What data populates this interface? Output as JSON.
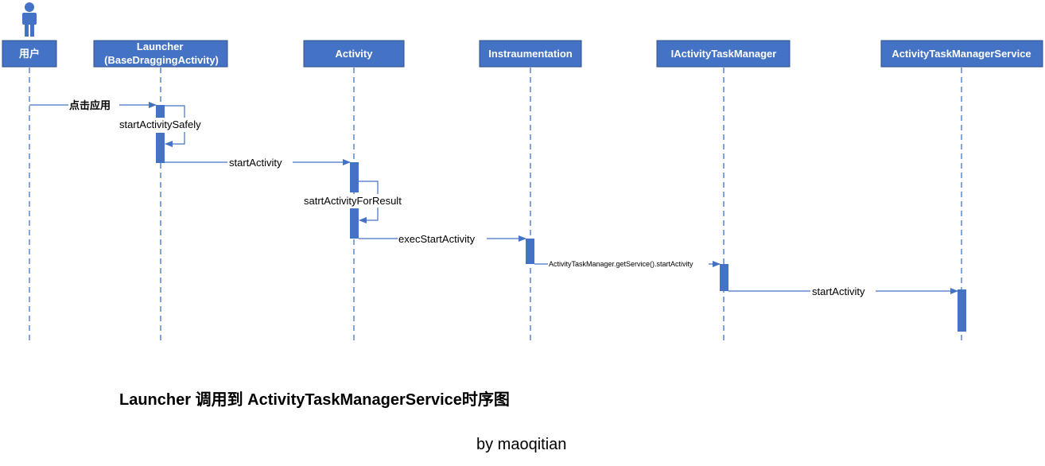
{
  "colors": {
    "header_fill": "#4472c4",
    "header_stroke": "#2f528f",
    "lifeline": "#4472c4",
    "activation": "#4472c4",
    "arrow": "#4472c4"
  },
  "actor_icon": "person-icon",
  "participants": [
    {
      "id": "user",
      "label": "用户"
    },
    {
      "id": "launcher",
      "label": "Launcher\n(BaseDraggingActivity)"
    },
    {
      "id": "activity",
      "label": "Activity"
    },
    {
      "id": "instrumentation",
      "label": "Instraumentation"
    },
    {
      "id": "iatm",
      "label": "IActivityTaskManager"
    },
    {
      "id": "atms",
      "label": "ActivityTaskManagerService"
    }
  ],
  "messages": [
    {
      "from": "user",
      "to": "launcher",
      "label": "点击应用"
    },
    {
      "from": "launcher",
      "to": "launcher",
      "label": "startActivitySafely"
    },
    {
      "from": "launcher",
      "to": "activity",
      "label": "startActivity"
    },
    {
      "from": "activity",
      "to": "activity",
      "label": "satrtActivityForResult"
    },
    {
      "from": "activity",
      "to": "instrumentation",
      "label": "execStartActivity"
    },
    {
      "from": "instrumentation",
      "to": "iatm",
      "label": "ActivityTaskManager.getService().startActivity"
    },
    {
      "from": "iatm",
      "to": "atms",
      "label": "startActivity"
    }
  ],
  "caption": "Launcher 调用到 ActivityTaskManagerService时序图",
  "author": "by maoqitian"
}
